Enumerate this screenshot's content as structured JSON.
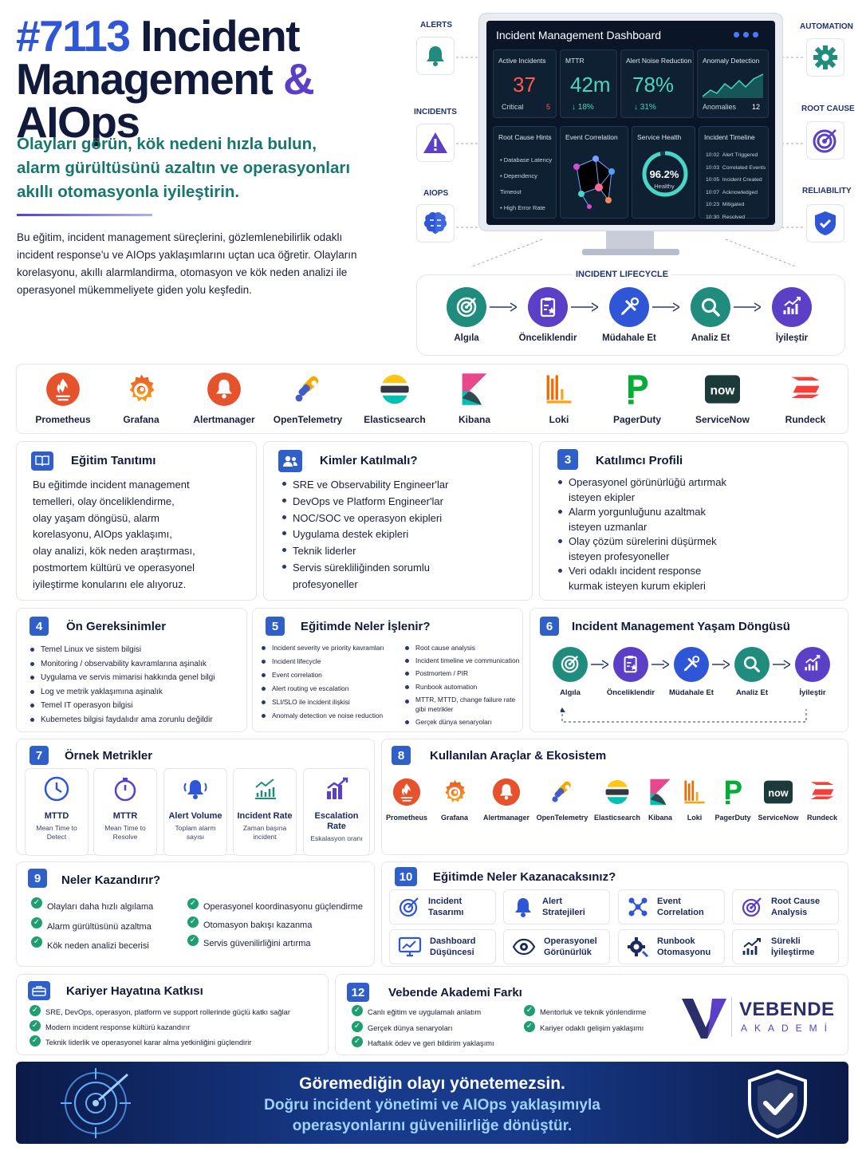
{
  "title_num": "#7113",
  "title_rest": "Incident",
  "title_l2a": "Management",
  "title_amp": "&",
  "title_l2b": "AIOps",
  "subtitle": [
    "Olayları görün, kök nedeni hızla bulun,",
    "alarm gürültüsünü azaltın ve operasyonları",
    "akıllı otomasyonla iyileştirin."
  ],
  "intro": [
    "Bu eğitim, incident management süreçlerini, gözlemlenebilirlik odaklı",
    "incident response'u ve AIOps yaklaşımlarını uçtan uca öğretir. Olayların",
    "korelasyonu, akıllı alarmlandirma, otomasyon ve kök neden analizi ile",
    "operasyonel mükemmeliyete giden yolu keşfedin."
  ],
  "side": {
    "alerts": "ALERTS",
    "incidents": "INCIDENTS",
    "aiops": "AIOPS",
    "automation": "AUTOMATION",
    "root_cause": "ROOT CAUSE",
    "reliability": "RELIABILITY"
  },
  "dash": {
    "title": "Incident Management Dashboard",
    "c1": {
      "t": "Active Incidents",
      "v": "37",
      "s": "Critical",
      "sv": "5"
    },
    "c2": {
      "t": "MTTR",
      "v": "42m",
      "s": "↓ 18%"
    },
    "c3": {
      "t": "Alert Noise Reduction",
      "v": "78%",
      "s": "↓ 31%"
    },
    "c4": {
      "t": "Anomaly Detection",
      "s": "Anomalies",
      "sv": "12"
    },
    "c5": {
      "t": "Root Cause Hints",
      "items": [
        "Database Latency",
        "Dependency Timeout",
        "High Error Rate"
      ]
    },
    "c6": {
      "t": "Event Correlation"
    },
    "c7": {
      "t": "Service Health",
      "v": "96.2%",
      "s": "Healthy",
      "level": 0.962
    },
    "c8": {
      "t": "Incident Timeline",
      "rows": [
        [
          "10:02",
          "Alert Triggered"
        ],
        [
          "10:03",
          "Correlated Events"
        ],
        [
          "10:05",
          "Incident Created"
        ],
        [
          "10:07",
          "Acknowledged"
        ],
        [
          "10:23",
          "Mitigated"
        ],
        [
          "10:30",
          "Resolved"
        ]
      ]
    }
  },
  "lifecycle_title": "INCIDENT LIFECYCLE",
  "lifecycle": [
    "Algıla",
    "Önceliklendir",
    "Müdahale Et",
    "Analiz Et",
    "İyileştir"
  ],
  "tools": [
    "Prometheus",
    "Grafana",
    "Alertmanager",
    "OpenTelemetry",
    "Elasticsearch",
    "Kibana",
    "Loki",
    "PagerDuty",
    "ServiceNow",
    "Rundeck"
  ],
  "servicenow_logo": "now",
  "s1": {
    "title": "Eğitim Tanıtımı",
    "text": [
      "Bu eğitimde incident management",
      "temelleri, olay önceliklendirme,",
      "olay yaşam döngüsü, alarm",
      "korelasyonu, AIOps yaklaşımı,",
      "olay analizi, kök neden araştırması,",
      "postmortem kültürü ve operasyonel",
      "iyileştirme konularını ele alıyoruz."
    ]
  },
  "s2": {
    "title": "Kimler Katılmalı?",
    "items": [
      "SRE ve Observability Engineer'lar",
      "DevOps ve Platform Engineer'lar",
      "NOC/SOC ve operasyon ekipleri",
      "Uygulama destek ekipleri",
      "Teknik liderler",
      "Servis sürekliliğinden sorumlu profesyoneller"
    ]
  },
  "s3": {
    "num": "3",
    "title": "Katılımcı Profili",
    "items": [
      "Operasyonel görünürlüğü artırmak isteyen ekipler",
      "Alarm yorgunluğunu azaltmak isteyen uzmanlar",
      "Olay çözüm sürelerini düşürmek isteyen profesyoneller",
      "Veri odaklı incident response kurmak isteyen kurum ekipleri"
    ]
  },
  "s4": {
    "num": "4",
    "title": "Ön Gereksinimler",
    "items": [
      "Temel Linux ve sistem bilgisi",
      "Monitoring / observability kavramlarına aşinalık",
      "Uygulama ve servis mimarisi hakkında genel bilgi",
      "Log ve metrik yaklaşımına aşinalık",
      "Temel IT operasyon bilgisi",
      "Kubernetes bilgisi faydalıdır ama zorunlu değildir"
    ]
  },
  "s5": {
    "num": "5",
    "title": "Eğitimde Neler İşlenir?",
    "col1": [
      "Incident severity ve priority kavramları",
      "Incident lifecycle",
      "Event correlation",
      "Alert routing ve escalation",
      "SLI/SLO ile incident ilişkisi",
      "Anomaly detection ve noise reduction"
    ],
    "col2": [
      "Root cause analysis",
      "Incident timeline ve communication",
      "Postmortem / PIR",
      "Runbook automation",
      "MTTR, MTTD, change failure rate gibi metrikler",
      "Gerçek dünya senaryoları"
    ]
  },
  "s6": {
    "num": "6",
    "title": "Incident Management Yaşam Döngüsü"
  },
  "s7": {
    "num": "7",
    "title": "Örnek Metrikler",
    "items": [
      {
        "t": "MTTD",
        "d": "Mean Time to Detect"
      },
      {
        "t": "MTTR",
        "d": "Mean Time to Resolve"
      },
      {
        "t": "Alert Volume",
        "d": "Toplam alarm sayısı"
      },
      {
        "t": "Incident Rate",
        "d": "Zaman başına incident"
      },
      {
        "t": "Escalation Rate",
        "d": "Eskalasyon oranı"
      }
    ]
  },
  "s8": {
    "num": "8",
    "title": "Kullanılan Araçlar & Ekosistem"
  },
  "s9": {
    "num": "9",
    "title": "Neler Kazandırır?",
    "col1": [
      "Olayları daha hızlı algılama",
      "Alarm gürültüsünü azaltma",
      "Kök neden analizi becerisi"
    ],
    "col2": [
      "Operasyonel koordinasyonu güçlendirme",
      "Otomasyon bakışı kazanma",
      "Servis güvenilirliğini artırma"
    ]
  },
  "s10": {
    "num": "10",
    "title": "Eğitimde Neler Kazanacaksınız?",
    "items": [
      "Incident Tasarımı",
      "Alert Stratejileri",
      "Event Correlation",
      "Root Cause Analysis",
      "Dashboard Düşüncesi",
      "Operasyonel Görünürlük",
      "Runbook Otomasyonu",
      "Sürekli İyileştirme"
    ]
  },
  "s11": {
    "title": "Kariyer Hayatına Katkısı",
    "items": [
      "SRE, DevOps, operasyon, platform ve support rollerinde güçlü katkı sağlar",
      "Modern incident response kültürü kazandırır",
      "Teknik liderlik ve operasyonel karar alma yetkinliğini güçlendirir"
    ]
  },
  "s12": {
    "num": "12",
    "title": "Vebende Akademi Farkı",
    "col1": [
      "Canlı eğitim ve uygulamalı anlatım",
      "Gerçek dünya senaryoları",
      "Haftalık ödev ve geri bildirim yaklaşımı"
    ],
    "col2": [
      "Mentorluk ve teknik yönlendirme",
      "Kariyer odaklı gelişim yaklaşımı"
    ]
  },
  "brand": {
    "name": "VEBENDE",
    "sub": "AKADEMİ"
  },
  "banner": {
    "l1": "Göremediğin olayı yönetemezsin.",
    "l2": "Doğru incident yönetimi ve AIOps yaklaşımıyla",
    "l3": "operasyonlarını güvenilirliğe dönüştür."
  }
}
